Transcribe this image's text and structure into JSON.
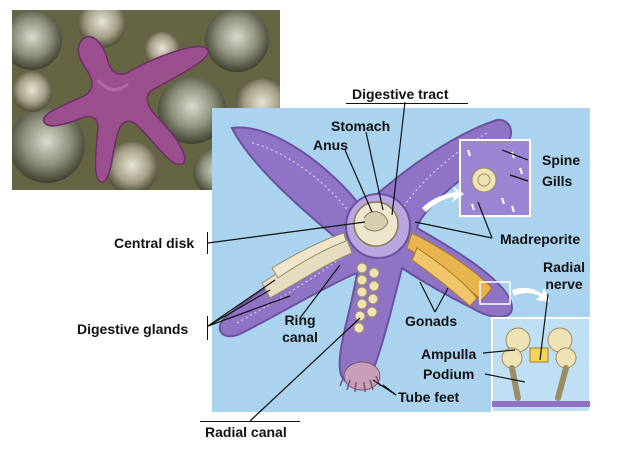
{
  "labels": {
    "digestive_tract": "Digestive tract",
    "stomach": "Stomach",
    "anus": "Anus",
    "spine": "Spine",
    "gills": "Gills",
    "central_disk": "Central disk",
    "madreporite": "Madreporite",
    "radial_nerve_1": "Radial",
    "radial_nerve_2": "nerve",
    "digestive_glands": "Digestive glands",
    "ring_canal_1": "Ring",
    "ring_canal_2": "canal",
    "gonads": "Gonads",
    "ampulla": "Ampulla",
    "podium": "Podium",
    "tube_feet": "Tube feet",
    "radial_canal": "Radial canal"
  },
  "colors": {
    "panel_blue": "#a9d3ef",
    "starfish_purple": "#8f74c6",
    "gonad_orange": "#e8b450",
    "photo_starfish": "#9b4f8f"
  }
}
